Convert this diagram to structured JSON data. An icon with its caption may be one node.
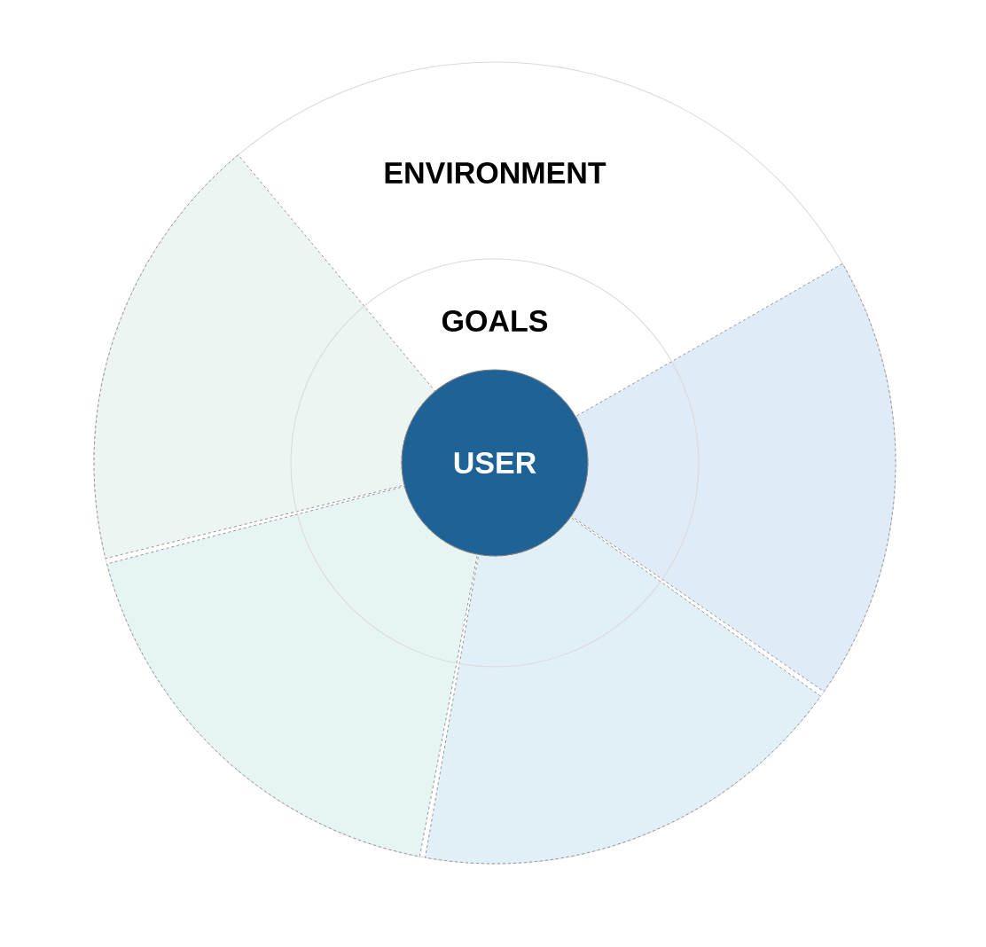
{
  "diagram": {
    "nodes": [
      {
        "text": [
          "ENVIRONMENT"
        ]
      },
      {
        "text": [
          "GOALS"
        ],
        "in": 0
      },
      {
        "text": [
          "USER"
        ],
        "in": 1
      },
      {
        "text": [],
        "shape": "wedge",
        "in": 0
      },
      {
        "text": [],
        "shape": "wedge",
        "in": 0
      },
      {
        "text": [],
        "shape": "wedge",
        "in": 0
      },
      {
        "text": [],
        "shape": "wedge",
        "in": 0
      }
    ]
  }
}
